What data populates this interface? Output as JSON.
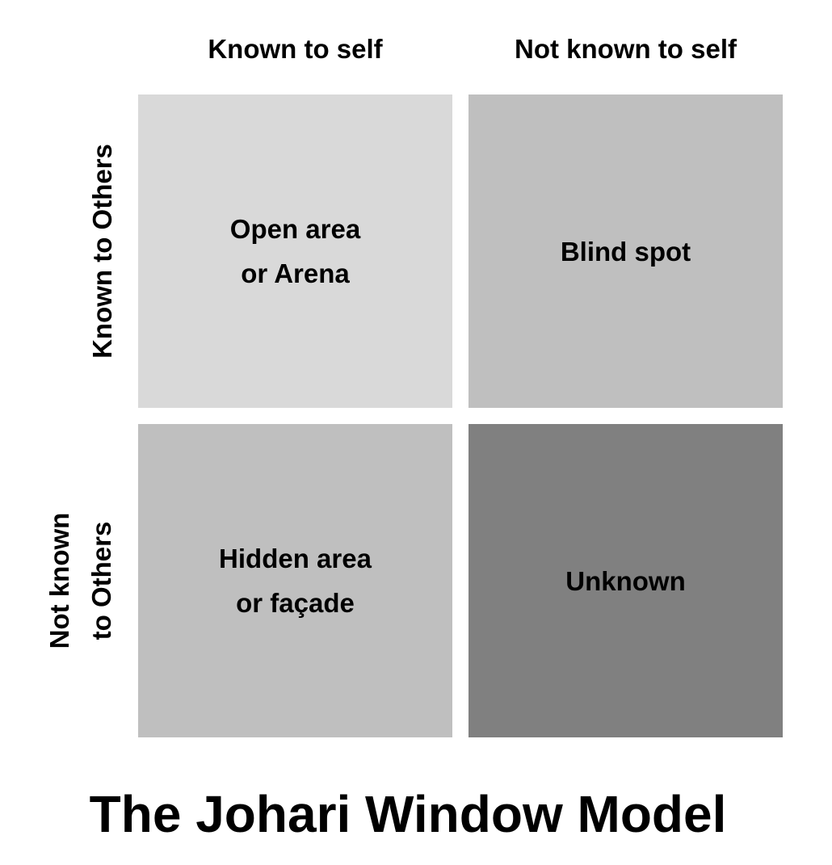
{
  "columns": [
    "Known to self",
    "Not known to self"
  ],
  "rows": [
    "Known to Others",
    "Not known\nto Others"
  ],
  "quadrants": [
    {
      "label": "Open area\nor Arena",
      "color": "#d9d9d9"
    },
    {
      "label": "Blind spot",
      "color": "#bfbfbf"
    },
    {
      "label": "Hidden area\nor façade",
      "color": "#bfbfbf"
    },
    {
      "label": "Unknown",
      "color": "#808080"
    }
  ],
  "title": "The Johari Window Model"
}
